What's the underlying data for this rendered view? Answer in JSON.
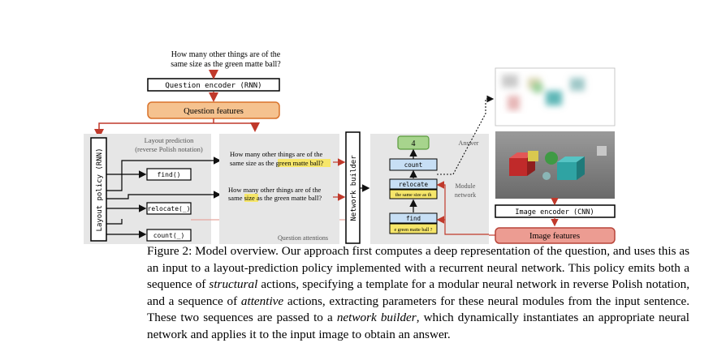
{
  "figure": {
    "question_line1": "How many other things are of the",
    "question_line2": "same size as the green matte ball?",
    "question_encoder": "Question encoder (RNN)",
    "question_features": "Question features",
    "layout_prediction_line1": "Layout prediction",
    "layout_prediction_line2": "(reverse Polish notation)",
    "layout_policy": "Layout policy (RNN)",
    "actions": [
      "find()",
      "relocate(_)",
      "count(_)"
    ],
    "attention1": {
      "line1": "How many other things are of the",
      "line2_pre": "same size as the ",
      "line2_hl": "green matte ball",
      "line2_post": "?"
    },
    "attention2": {
      "line1": "How many other things are of the",
      "line2_pre": "same ",
      "line2_hl": "size",
      "line2_post": " as the green matte ball?"
    },
    "question_attentions": "Question attentions",
    "network_builder": "Network builder",
    "answer_label": "Answer",
    "answer_value": "4",
    "modules": {
      "count": "count",
      "relocate": "relocate",
      "relocate_param": "the same size as th",
      "find": "find",
      "find_param": "e green matte ball ?"
    },
    "module_network_line1": "Module",
    "module_network_line2": "network",
    "image_encoder": "Image encoder (CNN)",
    "image_features": "Image features"
  },
  "caption": {
    "label": "Figure 2:",
    "text_a": " Model overview. Our approach first computes a deep representation of the question, and uses this as an input to a layout-prediction policy implemented with a recurrent neural network. This policy emits both a sequence of ",
    "em_structural": "structural",
    "text_b": " actions, specifying a template for a modular neural network in reverse Polish notation, and a sequence of ",
    "em_attentive": "attentive",
    "text_c": " actions, extracting parameters for these neural modules from the input sentence. These two sequences are passed to a ",
    "em_network_builder": "network builder",
    "text_d": ", which dynamically instantiates an appropriate neural network and applies it to the input image to obtain an answer."
  },
  "colors": {
    "orange_box": "#f5c28f",
    "salmon_box": "#ec9c92",
    "arrow_red": "#c0392b",
    "answer_green": "#a7d48d",
    "module_blue": "#c7dff5",
    "highlight_yellow": "#f6e66a",
    "panel_gray": "#e6e6e6"
  }
}
